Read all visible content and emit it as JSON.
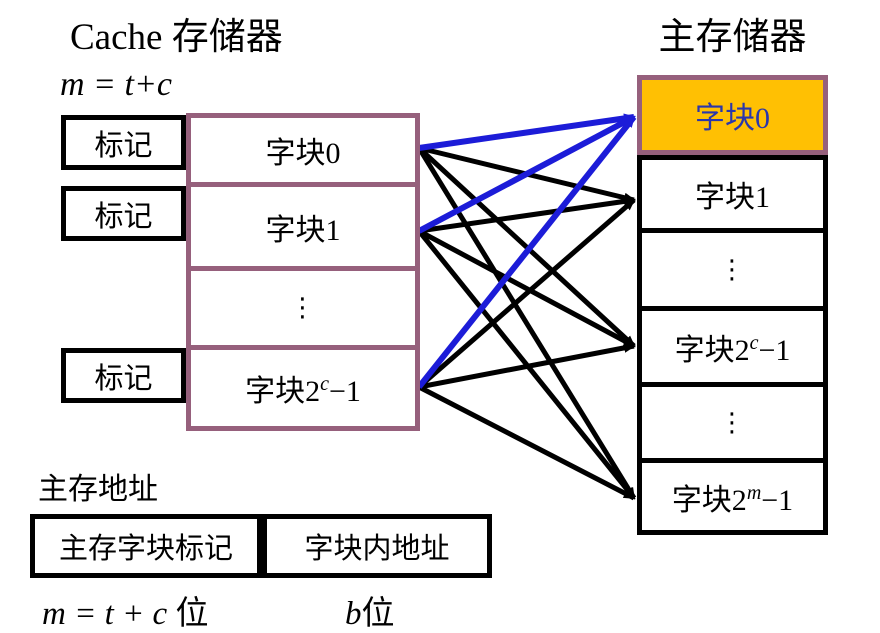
{
  "titles": {
    "cache": "Cache 存储器",
    "main": "主存储器"
  },
  "cache_eq": "m = t+c",
  "cache": {
    "tags": [
      "标记",
      "标记",
      "标记"
    ],
    "rows": [
      {
        "base": "字块0",
        "sup": "",
        "rest": ""
      },
      {
        "base": "字块1",
        "sup": "",
        "rest": ""
      },
      {
        "base": "⋮",
        "sup": "",
        "rest": ""
      },
      {
        "base": "字块2",
        "sup": "c",
        "rest": "−1"
      }
    ]
  },
  "main_memory": {
    "highlighted_row": "字块0",
    "rows": [
      {
        "base": "字块0",
        "sup": "",
        "rest": ""
      },
      {
        "base": "字块1",
        "sup": "",
        "rest": ""
      },
      {
        "base": "⋮",
        "sup": "",
        "rest": ""
      },
      {
        "base": "字块2",
        "sup": "c",
        "rest": "−1"
      },
      {
        "base": "⋮",
        "sup": "",
        "rest": ""
      },
      {
        "base": "字块2",
        "sup": "m",
        "rest": "−1"
      }
    ]
  },
  "address": {
    "label": "主存地址",
    "tag_field": "主存字块标记",
    "offset_field": "字块内地址",
    "tag_bits_expr": "m = t + c",
    "tag_bits_unit": " 位",
    "offset_bits_expr": "b",
    "offset_bits_unit": "位"
  },
  "colors": {
    "cache_border": "#96607C",
    "highlight_fill": "#FFC003",
    "highlight_text": "#2A36AC",
    "line_black": "#000000",
    "line_blue": "#1C1CD8"
  },
  "connections": [
    {
      "from": 0,
      "to": 1,
      "color": "black"
    },
    {
      "from": 0,
      "to": 2,
      "color": "black"
    },
    {
      "from": 0,
      "to": 3,
      "color": "black"
    },
    {
      "from": 1,
      "to": 1,
      "color": "black"
    },
    {
      "from": 1,
      "to": 2,
      "color": "black"
    },
    {
      "from": 1,
      "to": 3,
      "color": "black"
    },
    {
      "from": 2,
      "to": 1,
      "color": "black"
    },
    {
      "from": 2,
      "to": 2,
      "color": "black"
    },
    {
      "from": 2,
      "to": 3,
      "color": "black"
    },
    {
      "from": 0,
      "to": 0,
      "color": "blue"
    },
    {
      "from": 1,
      "to": 0,
      "color": "blue"
    },
    {
      "from": 2,
      "to": 0,
      "color": "blue"
    }
  ]
}
